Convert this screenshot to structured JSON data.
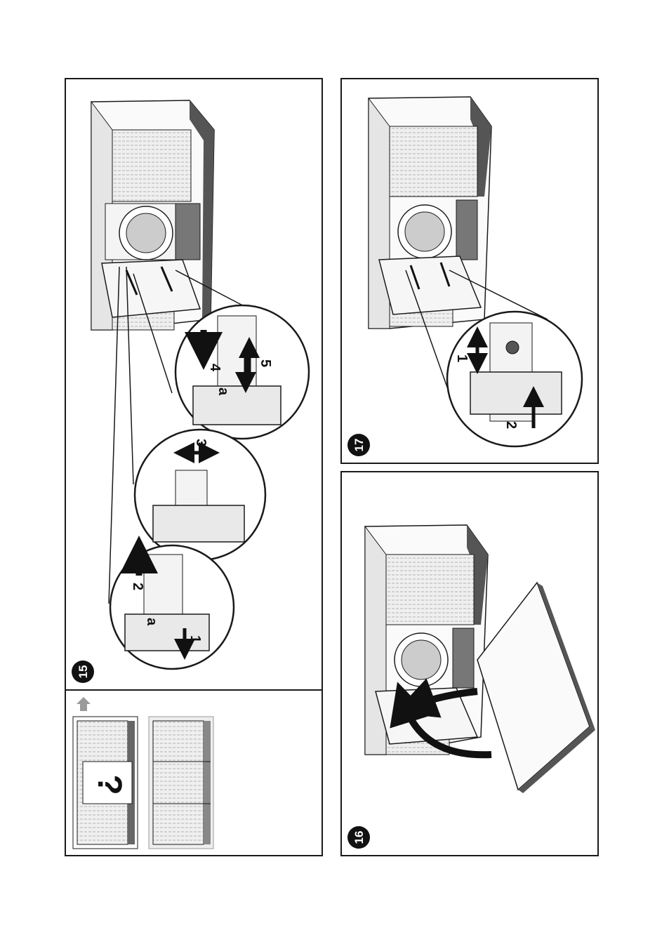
{
  "figures": {
    "fig15": {
      "number": "15",
      "detail1": {
        "labels": [
          "1",
          "2",
          "a"
        ]
      },
      "detail2": {
        "labels": [
          "3"
        ]
      },
      "detail3": {
        "labels": [
          "4",
          "5",
          "a"
        ]
      },
      "inset": {
        "symbol": "?"
      }
    },
    "fig16": {
      "number": "16"
    },
    "fig17": {
      "number": "17",
      "detail": {
        "labels": [
          "1",
          "2"
        ]
      }
    }
  },
  "colors": {
    "stroke": "#1a1a1a",
    "panel_grey": "#d9d9d9",
    "dark_side": "#555555",
    "arrow_grey": "#9a9a9a"
  }
}
